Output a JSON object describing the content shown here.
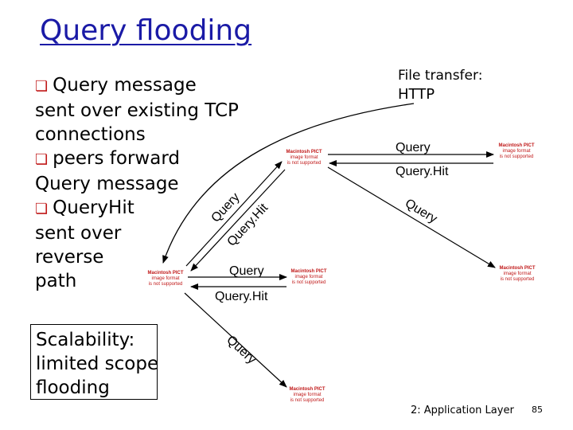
{
  "title": "Query flooding",
  "bullets": [
    [
      "Query message",
      "sent over existing TCP",
      "connections"
    ],
    [
      "peers forward",
      "Query message"
    ],
    [
      "QueryHit",
      "sent over",
      "reverse",
      "path"
    ]
  ],
  "scalability": [
    "Scalability:",
    "limited scope",
    "flooding"
  ],
  "file_transfer": [
    "File transfer:",
    "HTTP"
  ],
  "edge_labels": {
    "query_top": "Query",
    "queryhit_top": "Query.Hit",
    "query_right_diag": "Query",
    "query_mid_diag": "Query",
    "queryhit_mid_diag": "Query.Hit",
    "query_horizontal": "Query",
    "queryhit_horizontal": "Query.Hit",
    "query_lower_diag": "Query"
  },
  "pict_placeholder": [
    "Macintosh PICT",
    "image format",
    "is not supported"
  ],
  "footer": "2: Application Layer",
  "page_number": "85",
  "colors": {
    "title": "#1a1aa6",
    "bullet": "#c01818",
    "pict": "#c01818"
  }
}
